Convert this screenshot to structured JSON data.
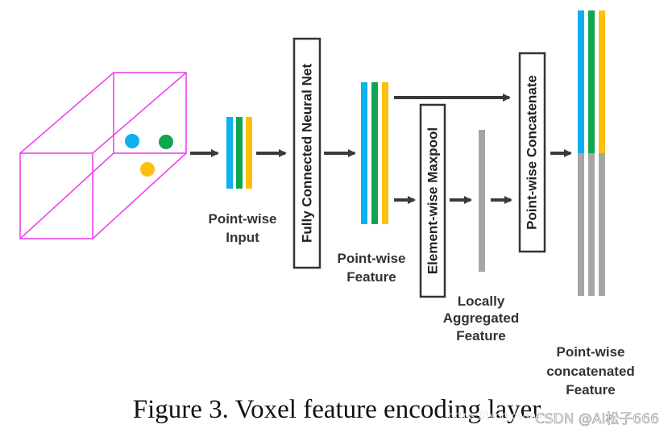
{
  "figure": {
    "caption": "Figure 3. Voxel feature encoding layer",
    "labels": {
      "point_wise_input": [
        "Point-wise",
        "Input"
      ],
      "point_wise_feature": [
        "Point-wise",
        "Feature"
      ],
      "locally_aggregated_feature": [
        "Locally",
        "Aggregated",
        "Feature"
      ],
      "point_wise_concatenated_feature": [
        "Point-wise",
        "concatenated",
        "Feature"
      ]
    },
    "blocks": {
      "fcn": "Fully Connected Neural Net",
      "maxpool": "Element-wise Maxpool",
      "concatenate": "Point-wise Concatenate"
    },
    "colors": {
      "voxel_edges": "#ee44ee",
      "blue": "#0fb0ee",
      "green": "#0fa650",
      "yellow": "#fdc00f",
      "gray": "#a6a6a6",
      "arrow": "#3a3a3a"
    }
  },
  "watermark": {
    "text": "CSDN @AI松子666",
    "faint": "https://blog.csdn.net"
  }
}
